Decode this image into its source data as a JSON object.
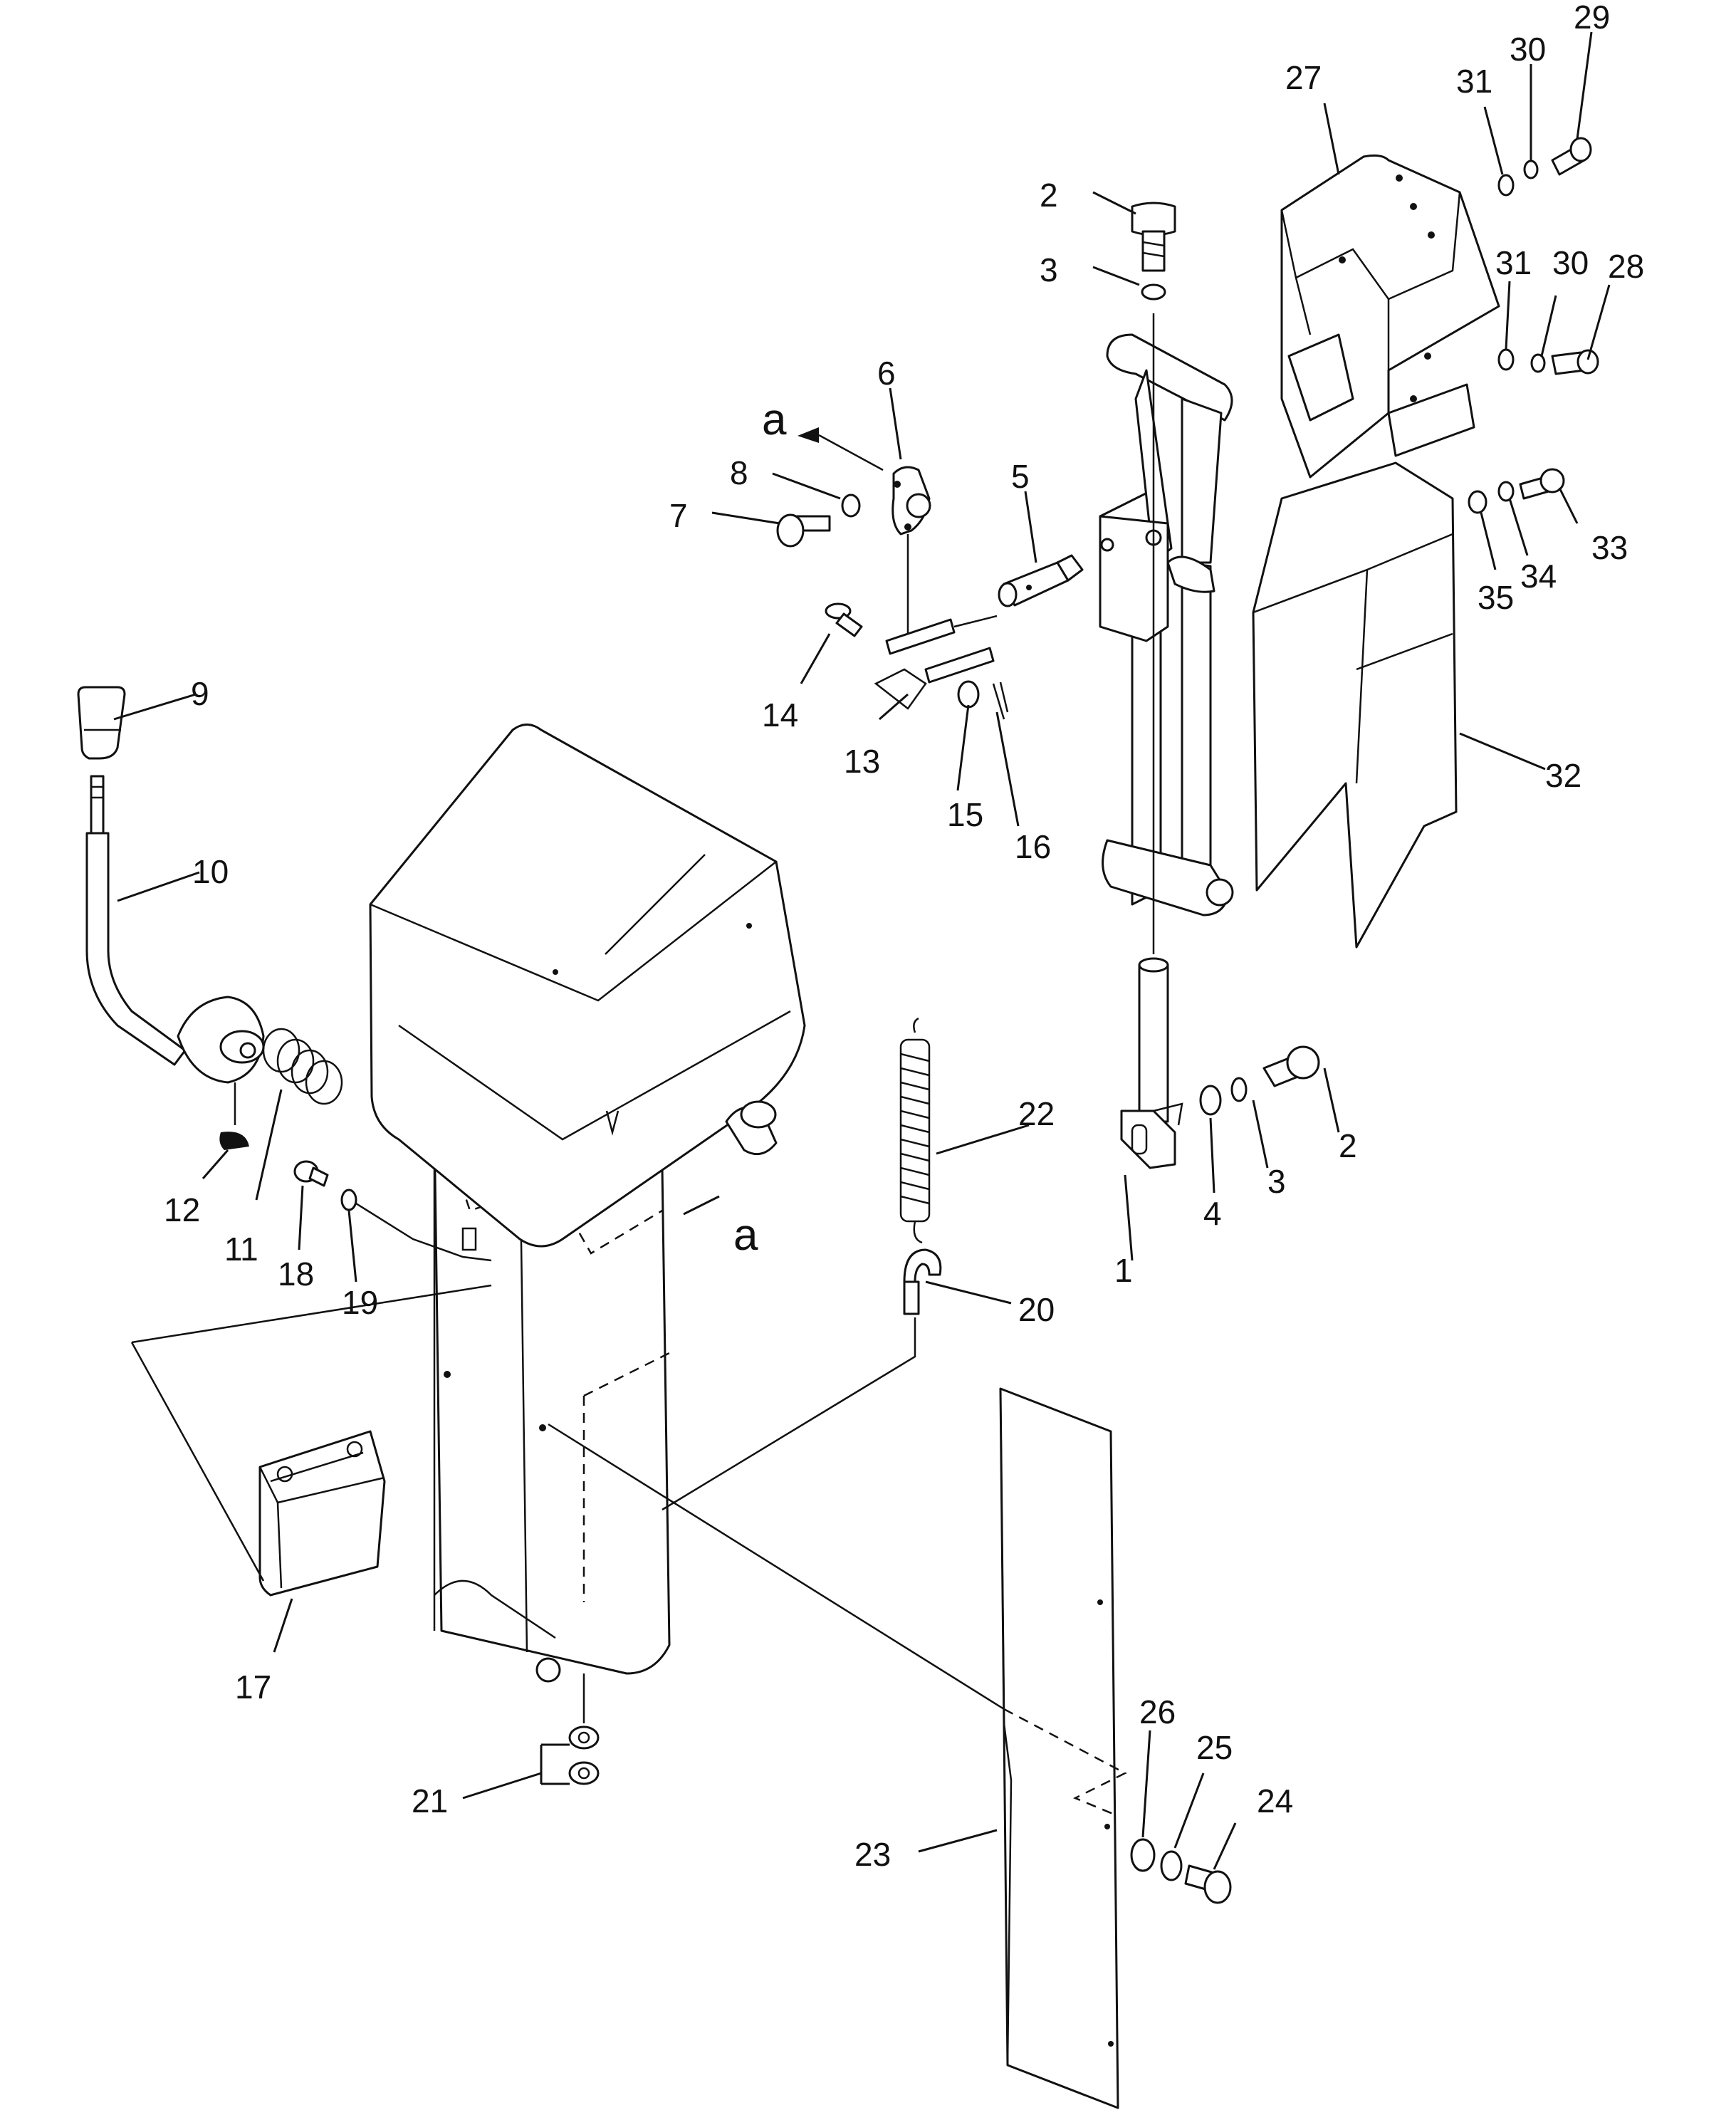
{
  "diagram": {
    "callouts": [
      {
        "id": "1",
        "text": "1"
      },
      {
        "id": "2a",
        "text": "2"
      },
      {
        "id": "2b",
        "text": "2"
      },
      {
        "id": "3a",
        "text": "3"
      },
      {
        "id": "3b",
        "text": "3"
      },
      {
        "id": "4",
        "text": "4"
      },
      {
        "id": "5",
        "text": "5"
      },
      {
        "id": "6",
        "text": "6"
      },
      {
        "id": "7",
        "text": "7"
      },
      {
        "id": "8",
        "text": "8"
      },
      {
        "id": "9",
        "text": "9"
      },
      {
        "id": "10",
        "text": "10"
      },
      {
        "id": "11",
        "text": "11"
      },
      {
        "id": "12",
        "text": "12"
      },
      {
        "id": "13",
        "text": "13"
      },
      {
        "id": "14",
        "text": "14"
      },
      {
        "id": "15",
        "text": "15"
      },
      {
        "id": "16",
        "text": "16"
      },
      {
        "id": "17",
        "text": "17"
      },
      {
        "id": "18",
        "text": "18"
      },
      {
        "id": "19",
        "text": "19"
      },
      {
        "id": "20",
        "text": "20"
      },
      {
        "id": "21",
        "text": "21"
      },
      {
        "id": "22",
        "text": "22"
      },
      {
        "id": "23",
        "text": "23"
      },
      {
        "id": "24",
        "text": "24"
      },
      {
        "id": "25",
        "text": "25"
      },
      {
        "id": "26",
        "text": "26"
      },
      {
        "id": "27",
        "text": "27"
      },
      {
        "id": "28",
        "text": "28"
      },
      {
        "id": "29",
        "text": "29"
      },
      {
        "id": "30a",
        "text": "30"
      },
      {
        "id": "30b",
        "text": "30"
      },
      {
        "id": "31a",
        "text": "31"
      },
      {
        "id": "31b",
        "text": "31"
      },
      {
        "id": "32",
        "text": "32"
      },
      {
        "id": "33",
        "text": "33"
      },
      {
        "id": "34",
        "text": "34"
      },
      {
        "id": "35",
        "text": "35"
      }
    ],
    "view_marks": [
      {
        "id": "a-top",
        "text": "a"
      },
      {
        "id": "a-side",
        "text": "a"
      }
    ]
  }
}
